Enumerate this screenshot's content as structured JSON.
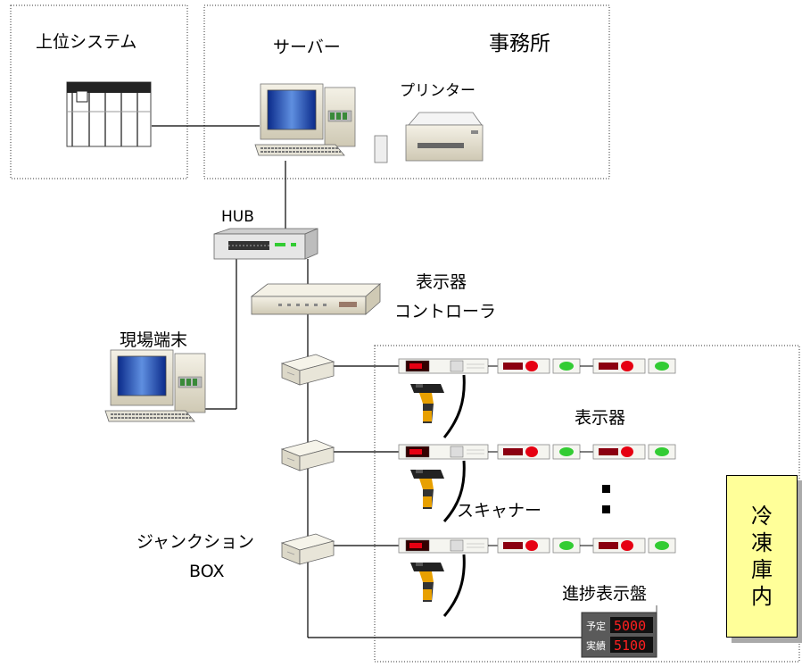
{
  "labels": {
    "upper_system": "上位システム",
    "server": "サーバー",
    "office": "事務所",
    "printer": "プリンター",
    "hub": "HUB",
    "display_controller_line1": "表示器",
    "display_controller_line2": "コントローラ",
    "field_terminal": "現場端末",
    "display": "表示器",
    "scanner": "スキャナー",
    "junction_box_line1": "ジャンクション",
    "junction_box_line2": "BOX",
    "progress_board": "進捗表示盤"
  },
  "freezer_chars": [
    "冷",
    "凍",
    "庫",
    "内"
  ],
  "progress_board": {
    "row1_label": "予定",
    "row1_value": "5000",
    "row2_label": "実績",
    "row2_value": "5100"
  },
  "colors": {
    "freezer_bg": "#ffff99",
    "led_red": "#e60012",
    "led_green": "#33cc33"
  }
}
